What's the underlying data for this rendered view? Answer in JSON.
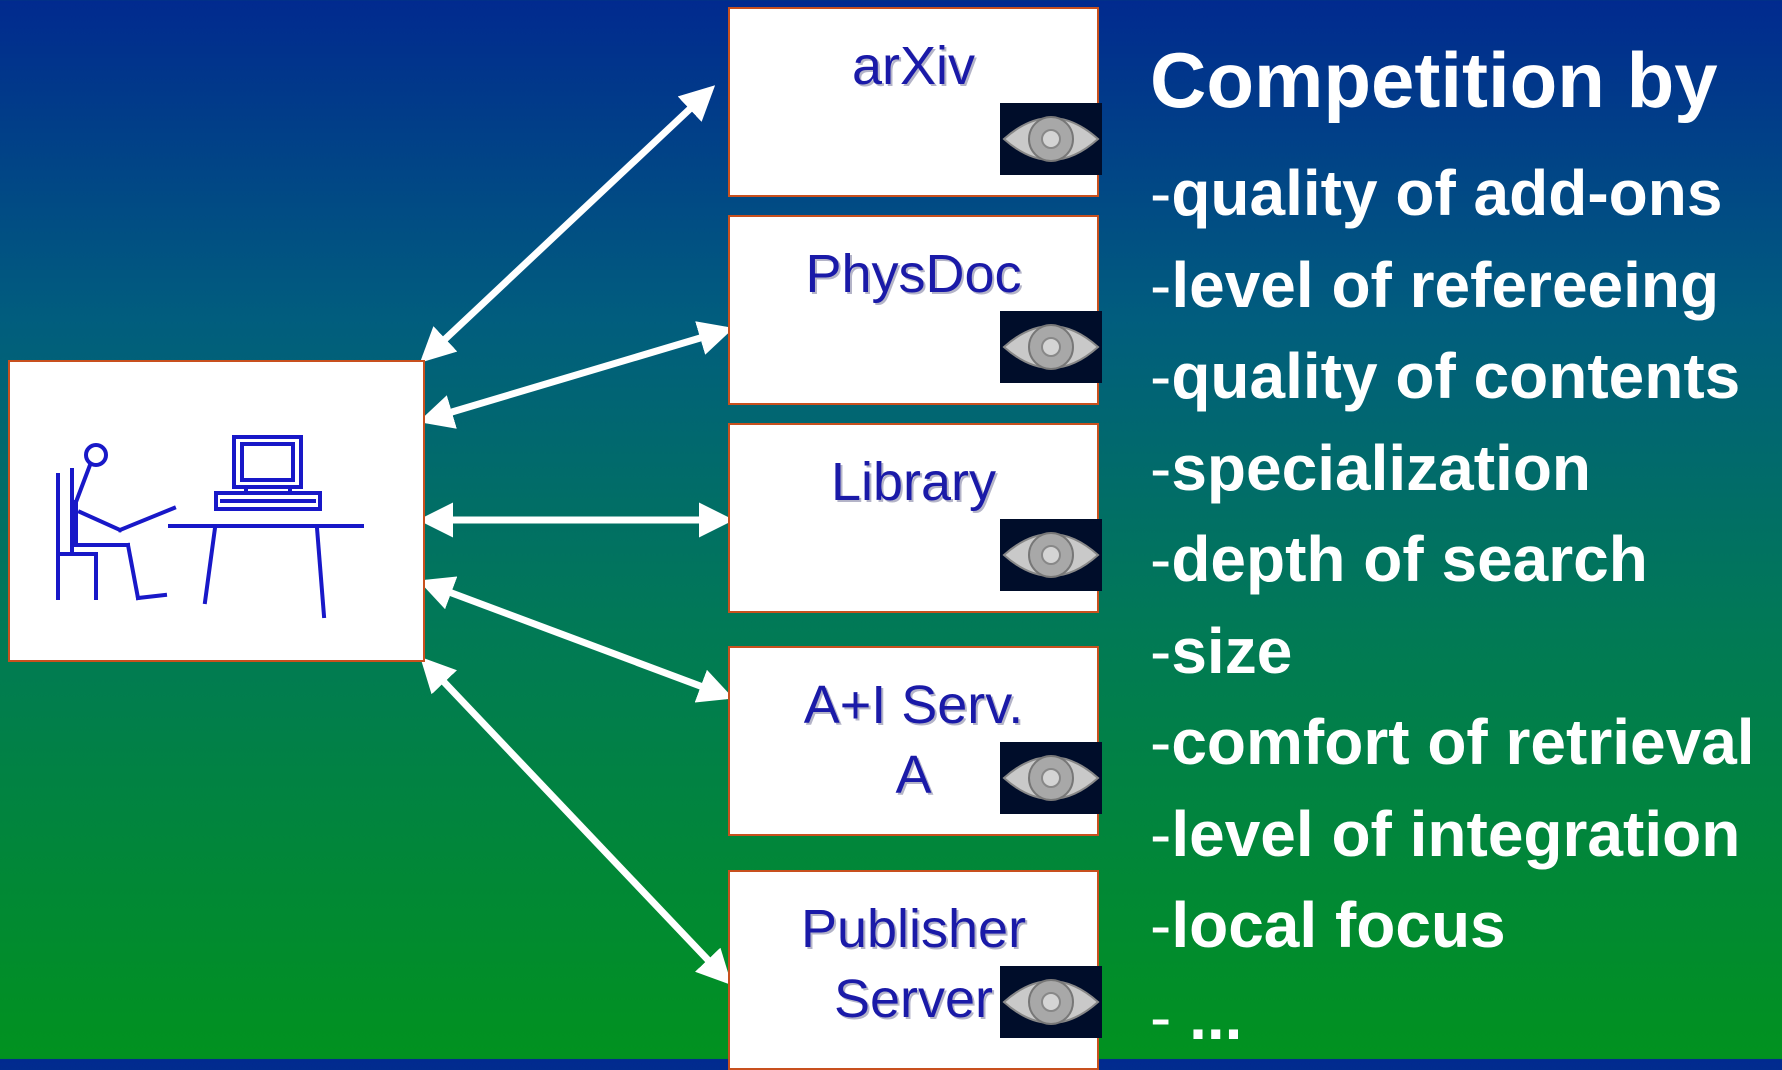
{
  "services": [
    {
      "name": "arXiv"
    },
    {
      "name": "PhysDoc"
    },
    {
      "name": "Library"
    },
    {
      "name": "A+I Serv.\nA"
    },
    {
      "name": "Publisher\nServer"
    }
  ],
  "competition": {
    "title": "Competition by",
    "items": [
      "quality of add-ons",
      "level of refereeing",
      "quality of contents",
      "specialization",
      "depth of search",
      "size",
      "comfort of retrieval",
      "level of integration",
      "local focus",
      " ..."
    ]
  },
  "colors": {
    "box_border": "#c8501e",
    "service_text": "#1a1aa8",
    "user_drawing": "#1818c8"
  }
}
